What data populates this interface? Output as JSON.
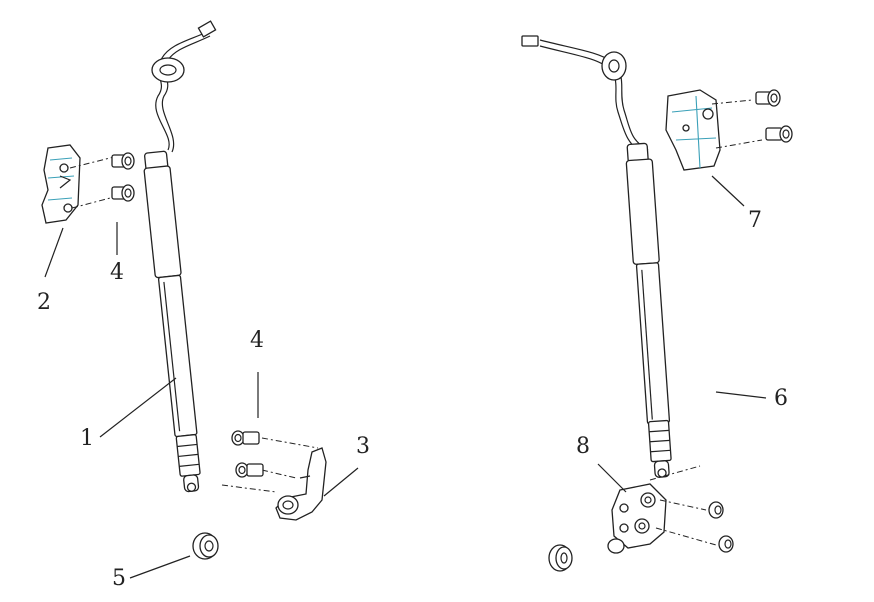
{
  "callouts": {
    "c1": "1",
    "c2": "2",
    "c3": "3",
    "c4a": "4",
    "c4b": "4",
    "c5": "5",
    "c6": "6",
    "c7": "7",
    "c8": "8"
  },
  "colors": {
    "line": "#222222",
    "accent": "#3aa0b8"
  }
}
